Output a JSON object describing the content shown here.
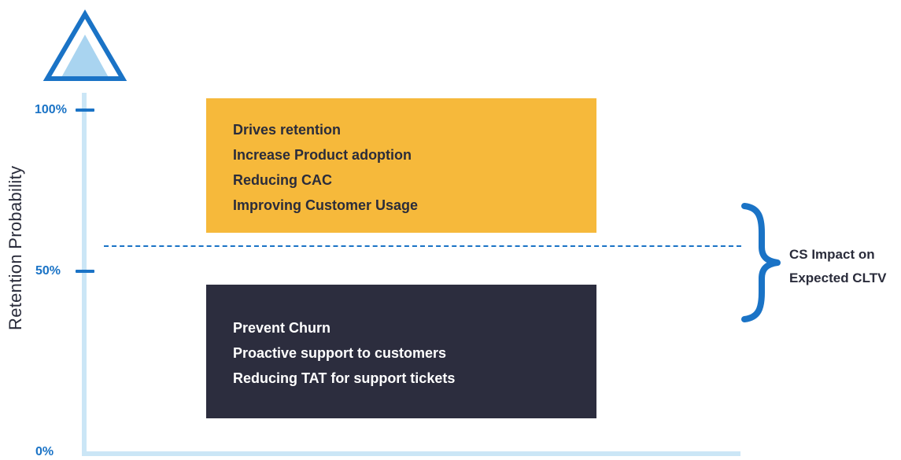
{
  "y_axis": {
    "title": "Retention Probability",
    "ticks": [
      "100%",
      "50%",
      "0%"
    ]
  },
  "high_box": {
    "lines": [
      "Drives retention",
      "Increase Product adoption",
      "Reducing CAC",
      "Improving Customer Usage"
    ]
  },
  "low_box": {
    "lines": [
      "Prevent Churn",
      "Proactive support to customers",
      "Reducing TAT for support tickets"
    ]
  },
  "brace_label": {
    "lines": [
      "CS Impact on",
      "Expected CLTV"
    ]
  },
  "colors": {
    "accent_blue": "#1a73c6",
    "axis_light_blue": "#cbe6f6",
    "gold": "#f6b93b",
    "dark": "#2c2d3e",
    "text_dark": "#2a2c3b"
  },
  "icons": {
    "logo": "triangle-icon",
    "brace": "curly-brace-icon"
  }
}
